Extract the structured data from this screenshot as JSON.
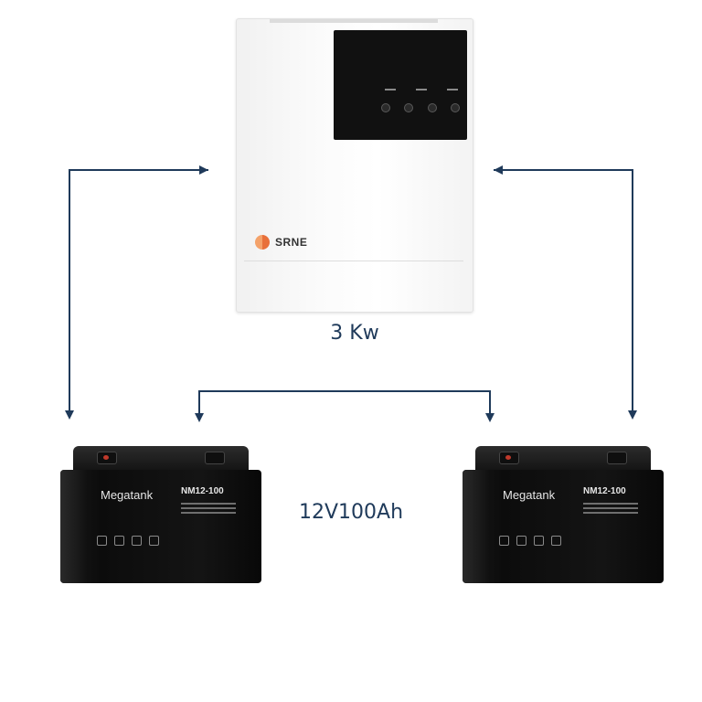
{
  "inverter": {
    "brand": "SRNE",
    "power_label": "3 Kw"
  },
  "batteries": [
    {
      "brand": "Megatank",
      "model": "NM12-100"
    },
    {
      "brand": "Megatank",
      "model": "NM12-100"
    }
  ],
  "battery_label": "12V100Ah",
  "colors": {
    "connector": "#1f3a5a",
    "label_text": "#1f3a5a",
    "inverter_body": "#f7f7f7",
    "battery_body": "#111111",
    "brand_accent": "#e8703a"
  },
  "icons": {
    "connector_arrow": "arrow-head-icon",
    "inverter_logo": "srne-logo-icon"
  }
}
